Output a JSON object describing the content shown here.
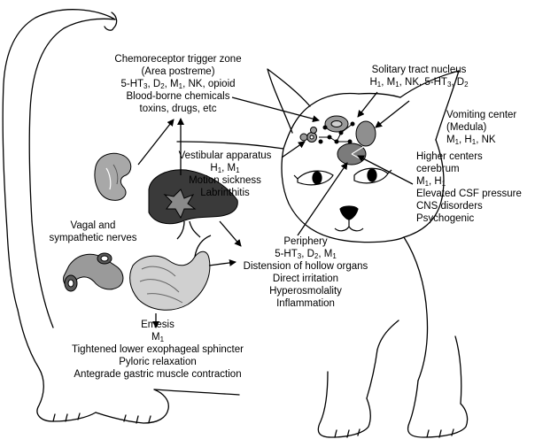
{
  "labels": {
    "ctz": {
      "lines": [
        "Chemoreceptor trigger zone",
        "(Area postreme)",
        "5-HT<sub>3</sub>, D<sub>2</sub>, M<sub>1</sub>, NK, opioid",
        "Blood-borne chemicals",
        "toxins, drugs, etc"
      ]
    },
    "solitary": {
      "lines": [
        "Solitary tract nucleus",
        "H<sub>1</sub>, M<sub>1</sub>, NK, 5-HT<sub>3</sub>, D<sub>2</sub>"
      ]
    },
    "vomiting": {
      "lines": [
        "Vomiting center",
        "(Medula)",
        "M<sub>1</sub>, H<sub>1</sub>, NK"
      ]
    },
    "higher": {
      "lines": [
        "Higher centers",
        "cerebrum",
        "M<sub>1</sub>, H<sub>1</sub>",
        "Elevated CSF pressure",
        "CNS disorders",
        "Psychogenic"
      ]
    },
    "vestibular": {
      "lines": [
        "Vestibular apparatus",
        "H<sub>1</sub>, M<sub>1</sub>",
        "Motion sickness",
        "Labrinthitis"
      ]
    },
    "vagal": {
      "lines": [
        "Vagal and",
        "sympathetic nerves"
      ]
    },
    "periphery": {
      "lines": [
        "Periphery",
        "5-HT<sub>3</sub>, D<sub>2</sub>, M<sub>1</sub>",
        "Distension of hollow organs",
        "Direct irritation",
        "Hyperosmolality",
        "Inflammation"
      ]
    },
    "emesis": {
      "lines": [
        "Emesis",
        "M<sub>1</sub>",
        "Tightened lower exophageal sphincter",
        "Pyloric relaxation",
        "Antegrade gastric muscle contraction"
      ]
    }
  }
}
